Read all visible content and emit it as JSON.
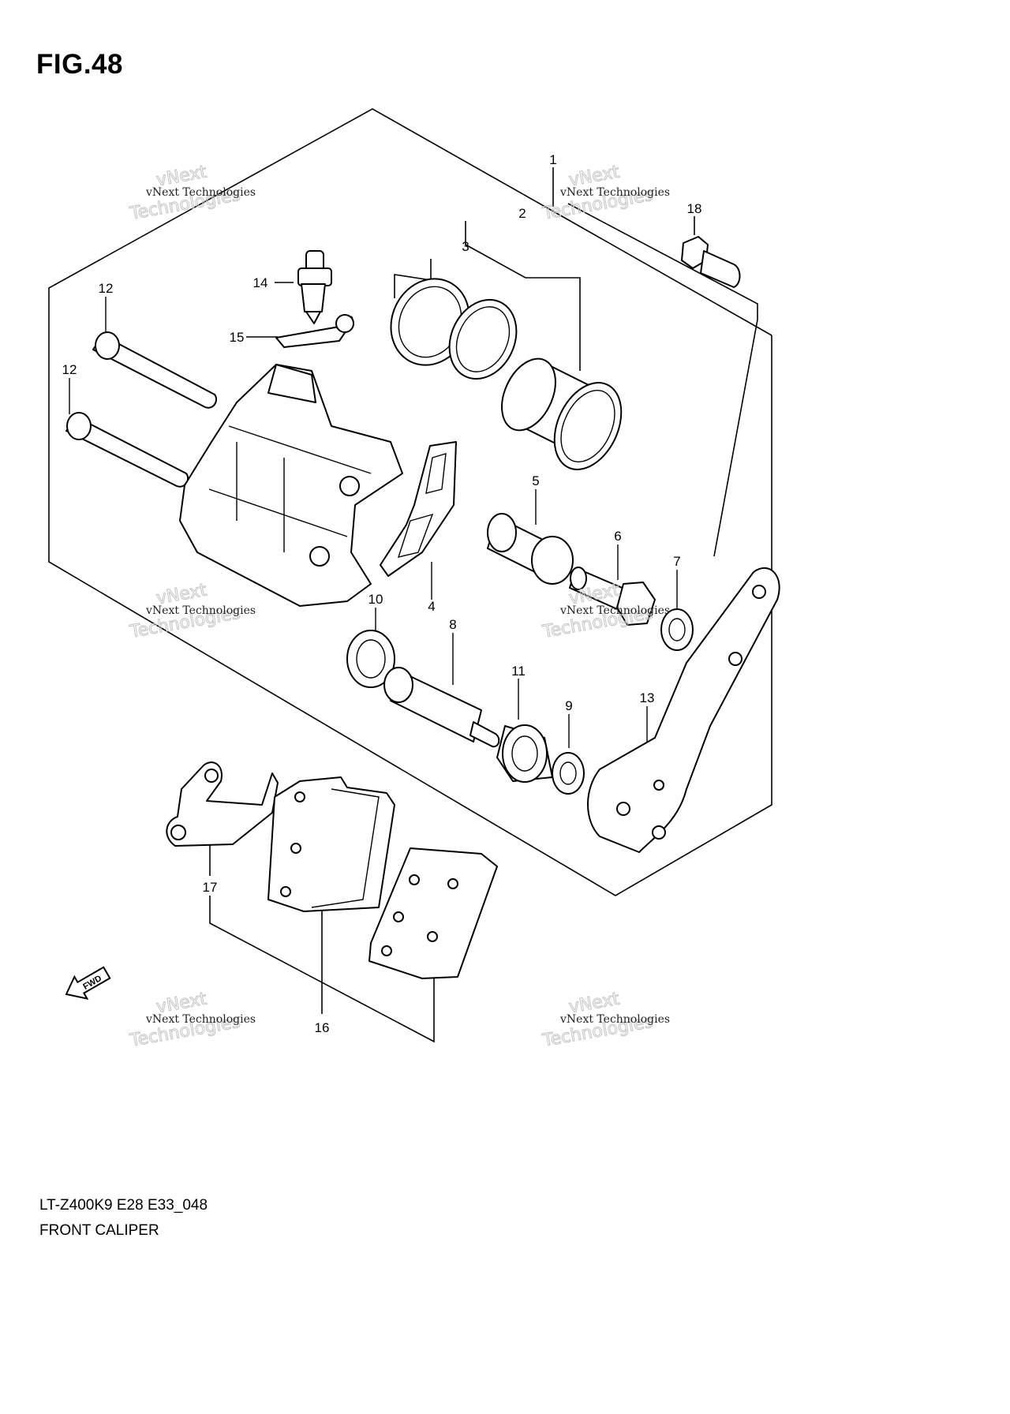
{
  "figure": {
    "title": "FIG.48",
    "model_code": "LT-Z400K9 E28 E33_048",
    "name": "FRONT CALIPER"
  },
  "callouts": [
    "1",
    "2",
    "3",
    "4",
    "5",
    "6",
    "7",
    "8",
    "9",
    "10",
    "11",
    "12",
    "12",
    "13",
    "14",
    "15",
    "16",
    "17",
    "18"
  ],
  "watermark": {
    "line1": "vNext",
    "line2": "Technologies",
    "small": "vNext Technologies"
  },
  "fwd_label": "FWD"
}
